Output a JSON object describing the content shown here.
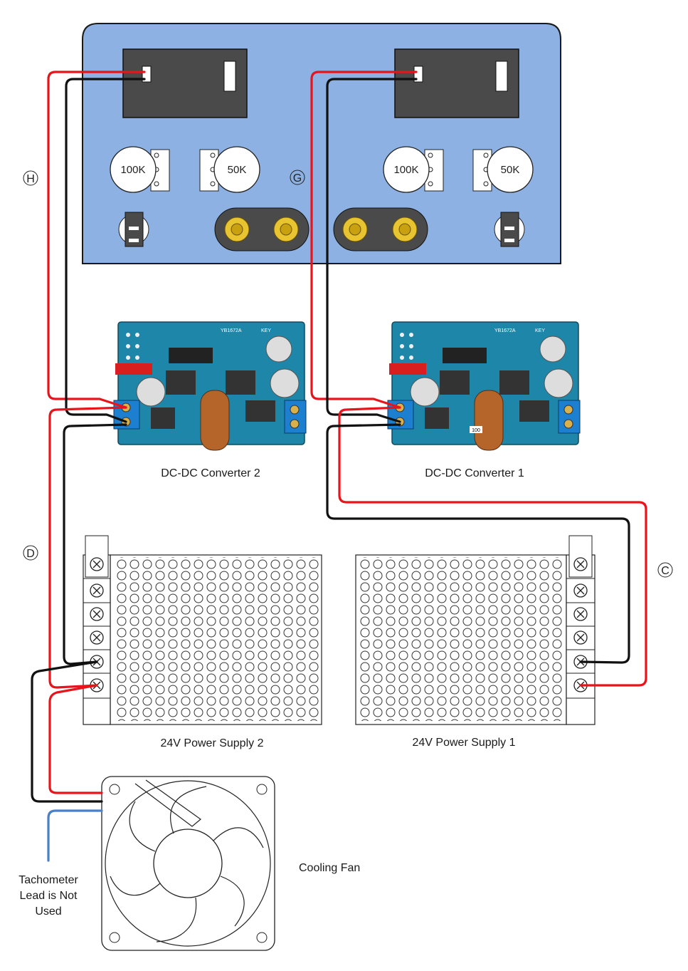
{
  "panel": {
    "pot_labels": [
      "100K",
      "50K",
      "100K",
      "50K"
    ],
    "callout_g": "G"
  },
  "callouts": {
    "h": "H",
    "d": "D",
    "c": "C"
  },
  "converters": [
    {
      "label": "DC-DC Converter 2",
      "chip_text": "YB1672A",
      "key_text": "KEY"
    },
    {
      "label": "DC-DC Converter 1",
      "chip_text": "YB1672A",
      "key_text": "KEY",
      "inductor_marking": "100"
    }
  ],
  "power_supplies": [
    {
      "label": "24V Power Supply 2"
    },
    {
      "label": "24V Power Supply 1"
    }
  ],
  "fan": {
    "label": "Cooling Fan",
    "tach_note_lines": [
      "Tachometer",
      "Lead is Not",
      "Used"
    ]
  },
  "colors": {
    "panel_fill": "#8db1e3",
    "display_fill": "#4a4a4a",
    "wire_red": "#e8141b",
    "wire_black": "#111111",
    "wire_blue": "#4a7fc9",
    "pcb": "#1e86a8",
    "terminal_blue": "#1d7fd0"
  }
}
